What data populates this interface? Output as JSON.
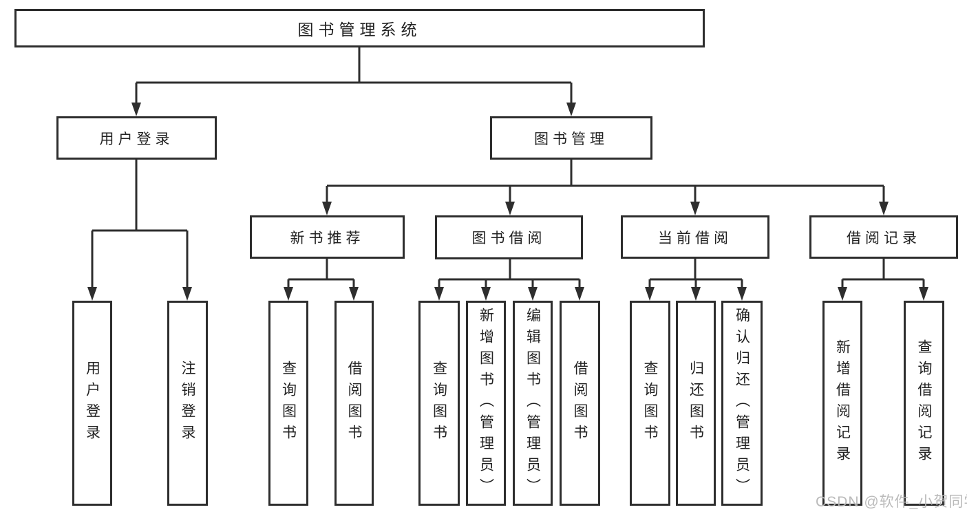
{
  "tree": {
    "root": {
      "label": "图书管理系统",
      "children": [
        {
          "label": "用户登录",
          "children": [
            {
              "label": "用户登录"
            },
            {
              "label": "注销登录"
            }
          ]
        },
        {
          "label": "图书管理",
          "children": [
            {
              "label": "新书推荐",
              "children": [
                {
                  "label": "查询图书"
                },
                {
                  "label": "借阅图书"
                }
              ]
            },
            {
              "label": "图书借阅",
              "children": [
                {
                  "label": "查询图书"
                },
                {
                  "label": "新增图书（管理员）"
                },
                {
                  "label": "编辑图书（管理员）"
                },
                {
                  "label": "借阅图书"
                }
              ]
            },
            {
              "label": "当前借阅",
              "children": [
                {
                  "label": "查询图书"
                },
                {
                  "label": "归还图书"
                },
                {
                  "label": "确认归还（管理员）"
                }
              ]
            },
            {
              "label": "借阅记录",
              "children": [
                {
                  "label": "新增借阅记录"
                },
                {
                  "label": "查询借阅记录"
                }
              ]
            }
          ]
        }
      ]
    }
  },
  "watermark": {
    "text": "CSDN @软件_小贺同学"
  },
  "colors": {
    "line": "#2e2e2e",
    "border": "#2d2d2d",
    "text": "#222222",
    "watermark": "#b6b6b6",
    "background": "#ffffff"
  }
}
